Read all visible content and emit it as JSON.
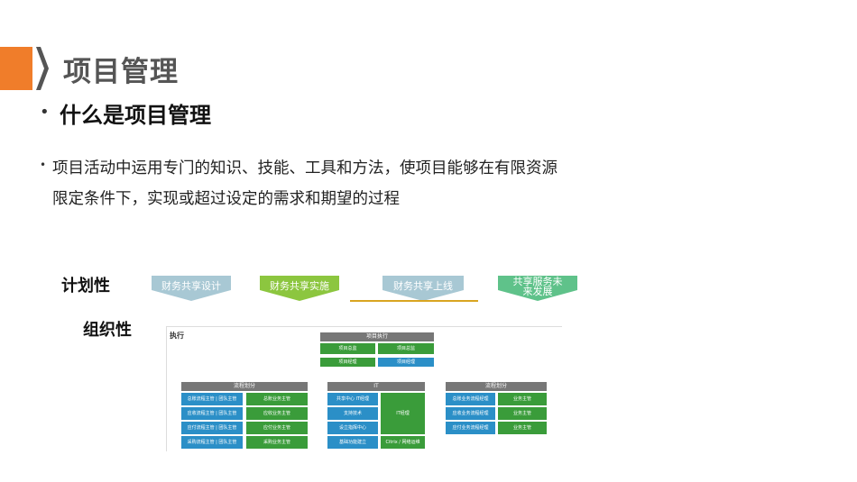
{
  "header": {
    "title": "项目管理"
  },
  "section": {
    "subtitle": "什么是项目管理"
  },
  "description": {
    "line1": "项目活动中运用专门的知识、技能、工具和方法，使项目能够在有限资源",
    "line2": "限定条件下，实现或超过设定的需求和期望的过程"
  },
  "plan": {
    "label": "计划性",
    "steps": [
      {
        "label": "财务共享设计",
        "color": "#a8c8d4"
      },
      {
        "label": "财务共享实施",
        "color": "#8cc63f"
      },
      {
        "label": "财务共享上线",
        "color": "#a8c8d4"
      },
      {
        "label": "共享服务未来发展",
        "color": "#5fc28a"
      }
    ]
  },
  "org": {
    "label": "组织性",
    "corner": "执行",
    "top_header": "项目执行",
    "top_cells": [
      "项目总监",
      "项目总监",
      "项目经理",
      "项目经理"
    ],
    "left_header": "流程划分",
    "left_rows": [
      [
        "总账流程主管 | 团队主管",
        "总账业务主管"
      ],
      [
        "应收流程主管 | 团队主管",
        "应收业务主管"
      ],
      [
        "应付流程主管 | 团队主管",
        "应付业务主管"
      ],
      [
        "采购流程主管 | 团队主管",
        "采购业务主管"
      ]
    ],
    "mid_header": "IT",
    "mid_cells": [
      "共享中心 IT经理",
      "支持技术",
      "设立指挥中心",
      "基础功能建立",
      "IT经理",
      "Citrix / 网络运维"
    ],
    "right_header": "流程划分",
    "right_rows": [
      [
        "总账业务流程经理",
        "业务主管"
      ],
      [
        "应收业务流程经理",
        "业务主管"
      ],
      [
        "应付业务流程经理",
        "业务主管"
      ]
    ]
  }
}
